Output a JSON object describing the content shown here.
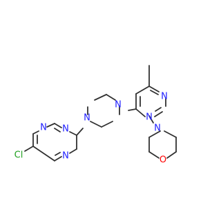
{
  "structure": {
    "atom_labels": {
      "nitrogen": "N",
      "oxygen": "O",
      "chlorine": "Cl"
    },
    "colors": {
      "bond": "#303030",
      "nitrogen": "#2020ff",
      "oxygen": "#ff0000",
      "chlorine": "#1fa01f",
      "background": "#ffffff"
    }
  }
}
